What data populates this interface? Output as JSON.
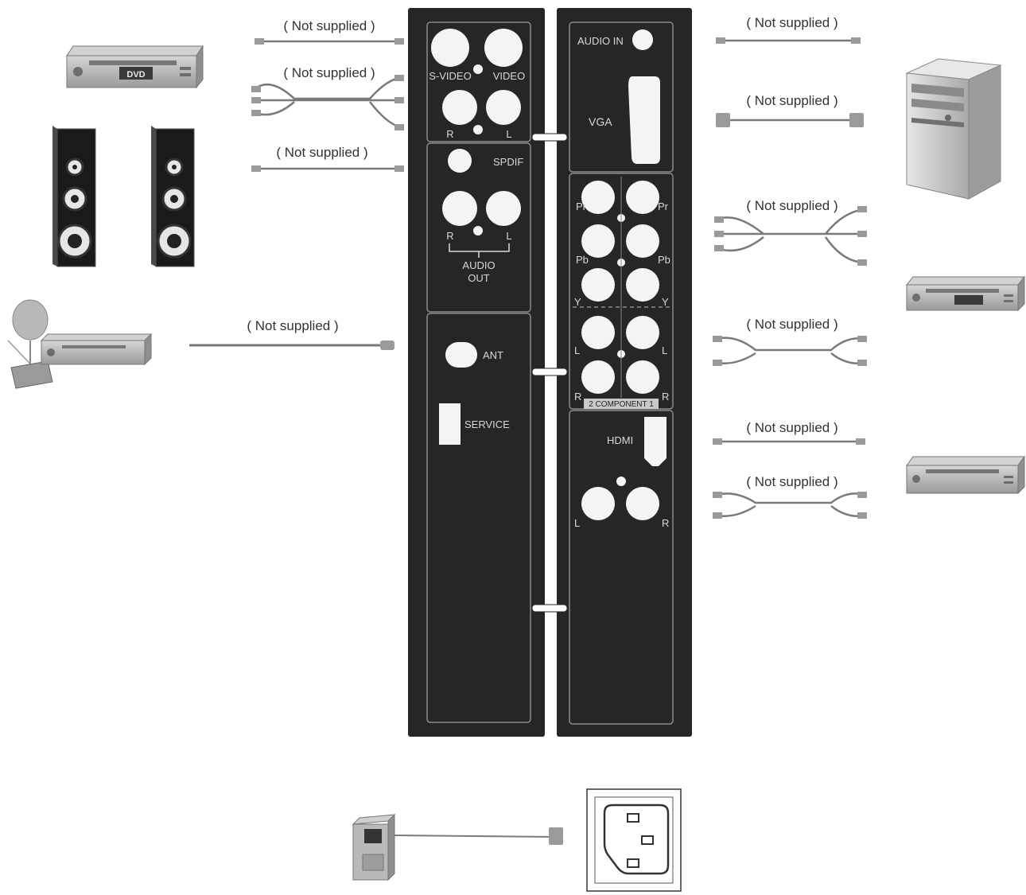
{
  "cables": {
    "note": "( Not supplied )"
  },
  "panel_left": {
    "svideo_label": "S-VIDEO",
    "video_label": "VIDEO",
    "av_r_label": "R",
    "av_l_label": "L",
    "spdif_label": "SPDIF",
    "audio_out_r_label": "R",
    "audio_out_l_label": "L",
    "audio_out_line1": "AUDIO",
    "audio_out_line2": "OUT",
    "ant_label": "ANT",
    "service_label": "SERVICE"
  },
  "panel_right": {
    "audio_in_label": "AUDIO IN",
    "vga_label": "VGA",
    "pr_label": "Pr",
    "pb_label": "Pb",
    "y_label": "Y",
    "l_label": "L",
    "r_label": "R",
    "component_label": "2 COMPONENT 1",
    "hdmi_label": "HDMI",
    "hdmi_l_label": "L",
    "hdmi_r_label": "R"
  },
  "devices": {
    "dvd_label": "DVD"
  },
  "colors": {
    "panel": "#262626",
    "panel_line": "#8a8a8a",
    "jack": "#f4f4f4",
    "cable": "#7a7a7a",
    "device": "#bdbdbd"
  }
}
